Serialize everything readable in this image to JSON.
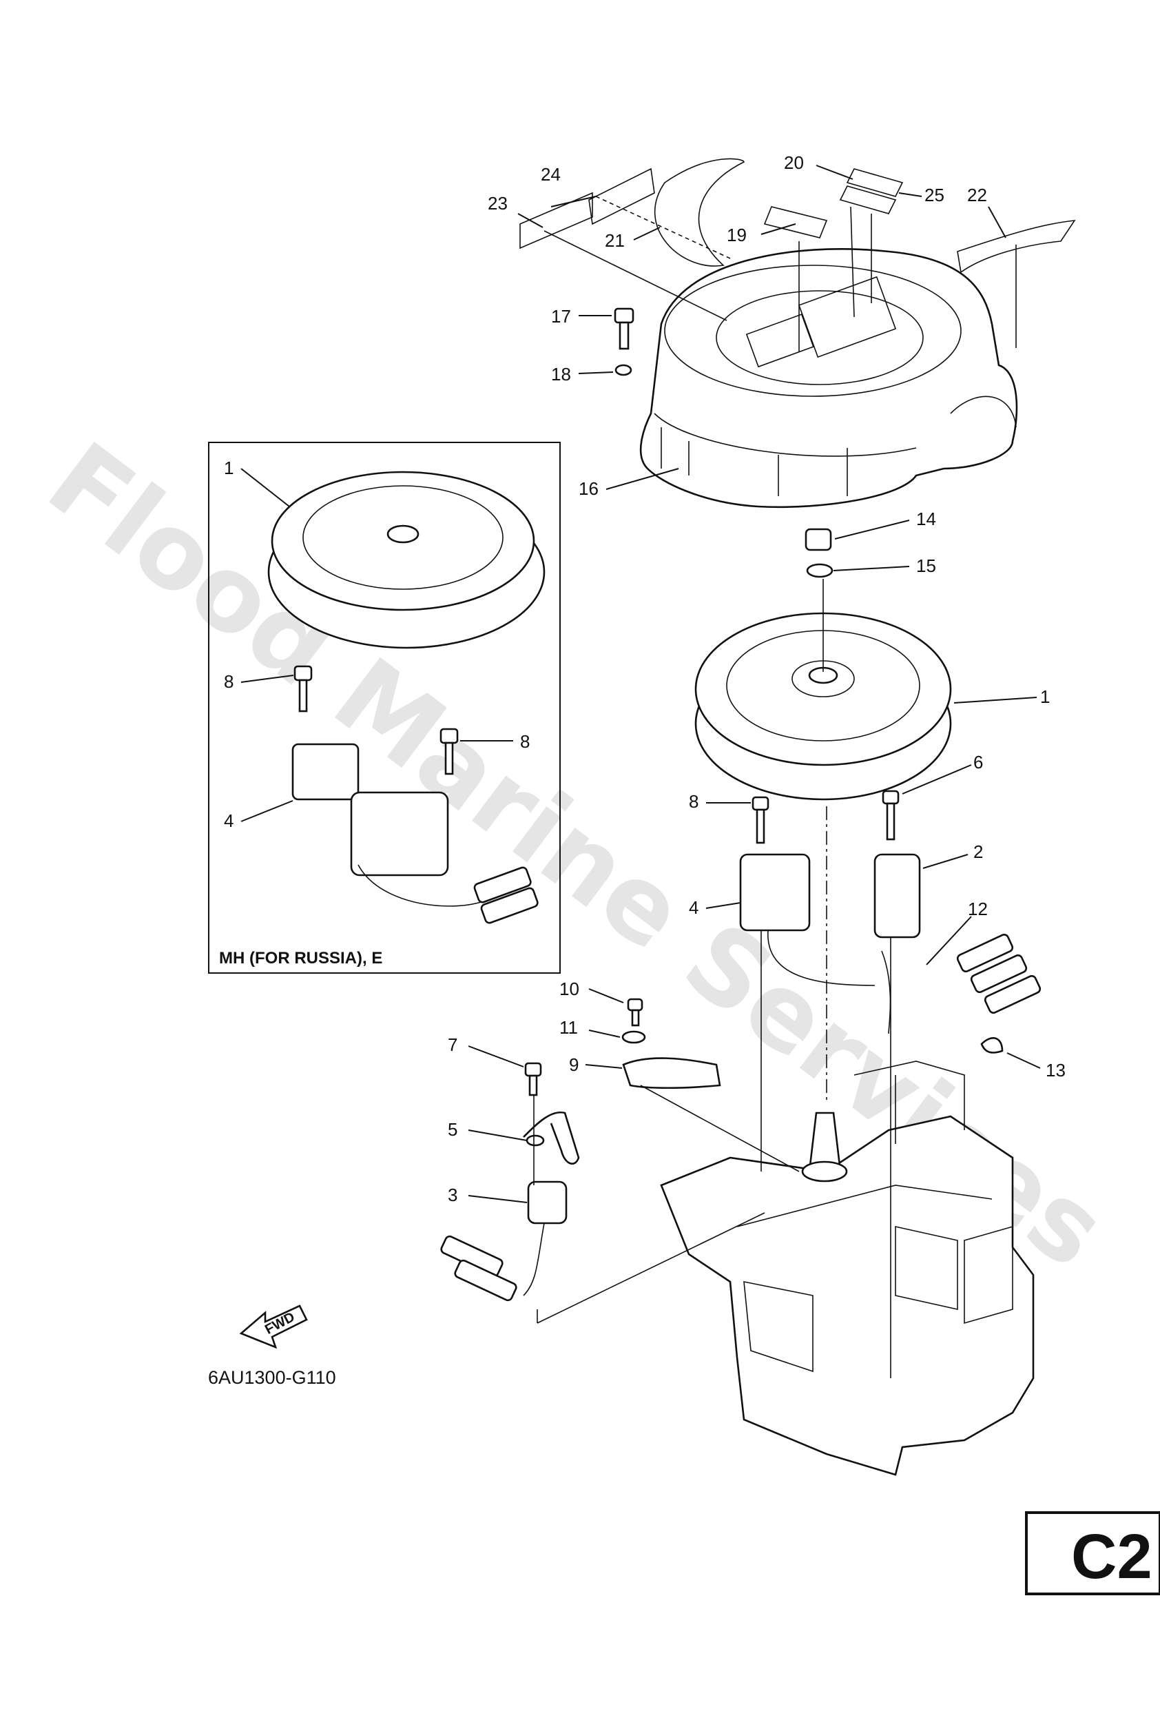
{
  "watermark": "Flood Marine Services",
  "inset_caption": "MH (FOR RUSSIA), E",
  "diagram_code": "6AU1300-G110",
  "page_code": "C2",
  "fwd_label": "FWD",
  "callouts": {
    "1": "1",
    "2": "2",
    "3": "3",
    "4": "4",
    "5": "5",
    "6": "6",
    "7": "7",
    "8": "8",
    "9": "9",
    "10": "10",
    "11": "11",
    "12": "12",
    "13": "13",
    "14": "14",
    "15": "15",
    "16": "16",
    "17": "17",
    "18": "18",
    "19": "19",
    "20": "20",
    "21": "21",
    "22": "22",
    "23": "23",
    "24": "24",
    "25": "25"
  }
}
